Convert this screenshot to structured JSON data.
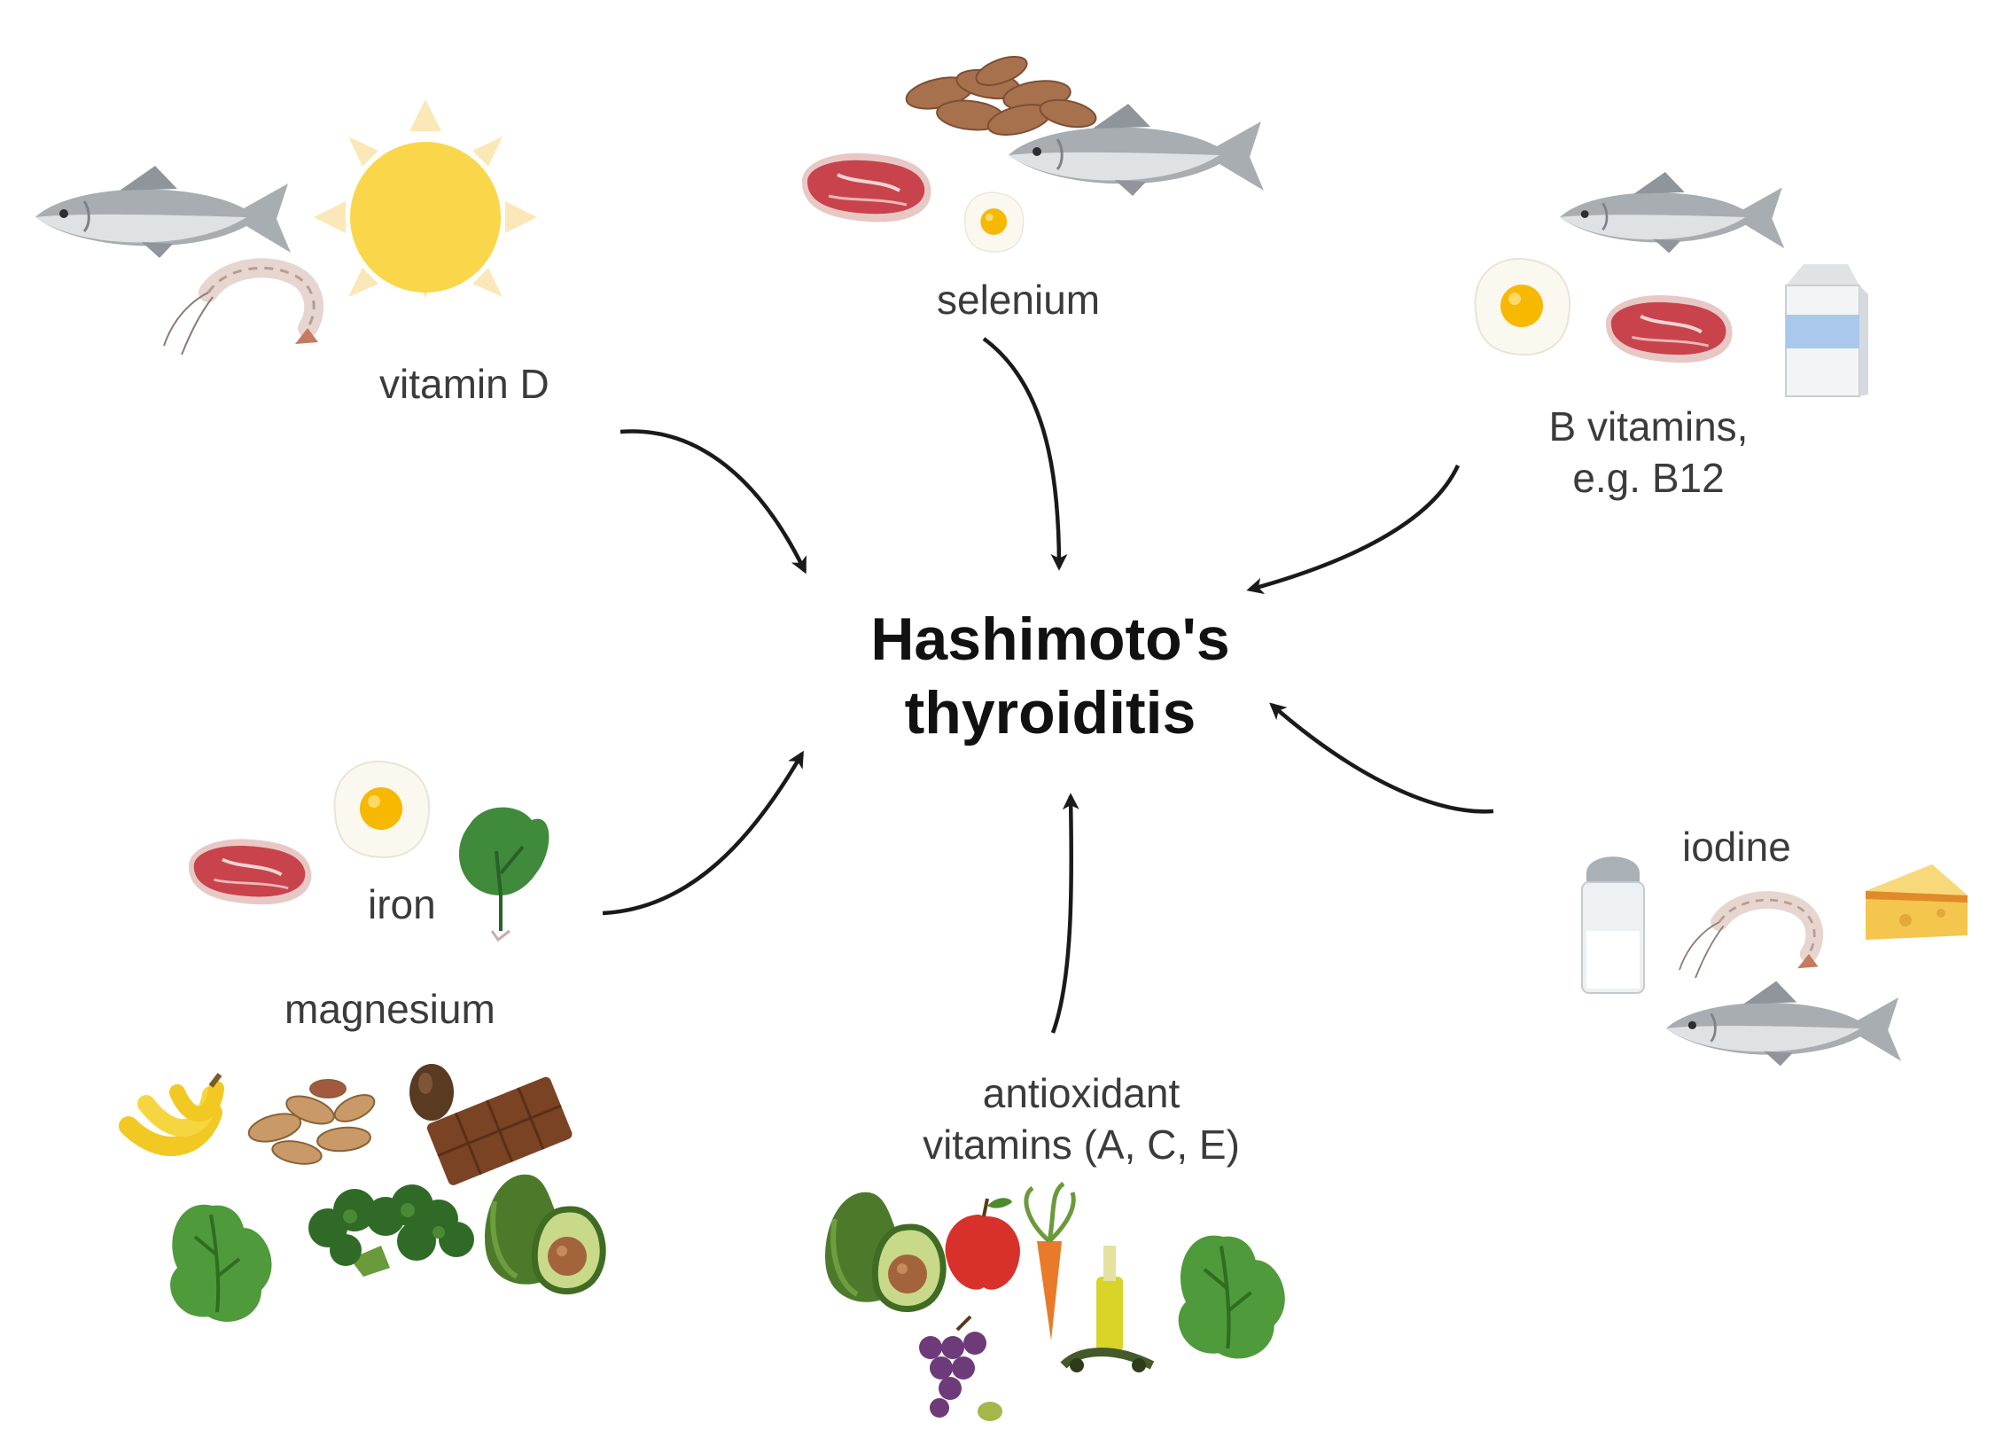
{
  "center": {
    "line1": "Hashimoto's",
    "line2": "thyroiditis"
  },
  "nutrients": {
    "vitamin_d": "vitamin D",
    "selenium": "selenium",
    "b_vitamins_line1": "B vitamins,",
    "b_vitamins_line2": "e.g.  B12",
    "iron": "iron",
    "magnesium": "magnesium",
    "antioxidant_line1": "antioxidant",
    "antioxidant_line2": "vitamins (A, C, E)",
    "iodine": "iodine"
  },
  "icons": [
    "fish-icon",
    "shrimp-icon",
    "sun-icon",
    "almonds-icon",
    "steak-icon",
    "egg-icon",
    "milk-carton-icon",
    "spinach-icon",
    "banana-icon",
    "peanuts-icon",
    "cocoa-bean-icon",
    "chocolate-bar-icon",
    "lettuce-icon",
    "broccoli-icon",
    "avocado-icon",
    "apple-icon",
    "carrot-icon",
    "grapes-icon",
    "olive-oil-icon",
    "salt-shaker-icon",
    "cheese-icon"
  ],
  "colors": {
    "arrow": "#1a1a1a",
    "sun": "#f9d64a",
    "fish": "#a9adb1",
    "steak": "#c9434d",
    "egg_yolk": "#f6b800"
  }
}
